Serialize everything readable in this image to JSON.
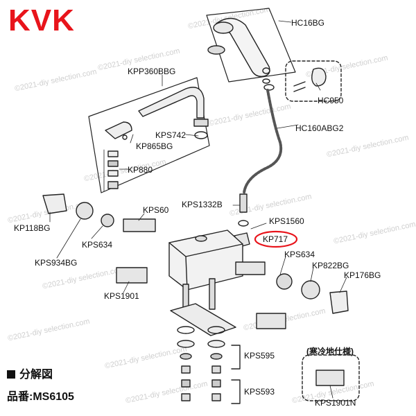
{
  "brand": {
    "name": "KVK",
    "color": "#e8141b"
  },
  "watermark": "©2021-diy selection.com",
  "caption": {
    "title": "分解図",
    "model": "品番:MS6105"
  },
  "highlight_color": "#e8141b",
  "parts": {
    "hc16bg": "HC16BG",
    "hc950": "HC950",
    "hc160abg2": "HC160ABG2",
    "kpp360bbg": "KPP360BBG",
    "kps742": "KPS742",
    "kp865bg": "KP865BG",
    "kp880": "KP880",
    "kps1332b": "KPS1332B",
    "kps1560": "KPS1560",
    "kp717": "KP717",
    "kp118bg": "KP118BG",
    "kps634_left": "KPS634",
    "kps60": "KPS60",
    "kps934bg": "KPS934BG",
    "kps1901": "KPS1901",
    "kps634_right": "KPS634",
    "kp822bg": "KP822BG",
    "kp176bg": "KP176BG",
    "kps595": "KPS595",
    "kps593": "KPS593",
    "cold_region": "(寒冷地仕様)",
    "kps1901n": "KPS1901N"
  }
}
